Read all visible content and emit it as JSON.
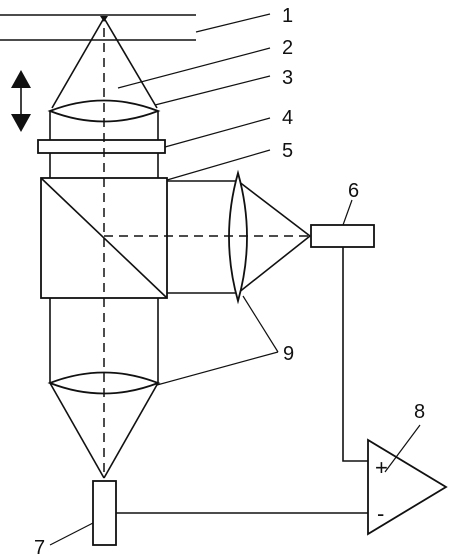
{
  "labels": {
    "l1": "1",
    "l2": "2",
    "l3": "3",
    "l4": "4",
    "l5": "5",
    "l6": "6",
    "l7": "7",
    "l8": "8",
    "l9": "9"
  },
  "amplifier": {
    "plus": "+",
    "minus": "-"
  },
  "icons": {
    "motion": "double-arrow-vertical-icon"
  },
  "colors": {
    "ink": "#111111",
    "background": "#ffffff"
  }
}
